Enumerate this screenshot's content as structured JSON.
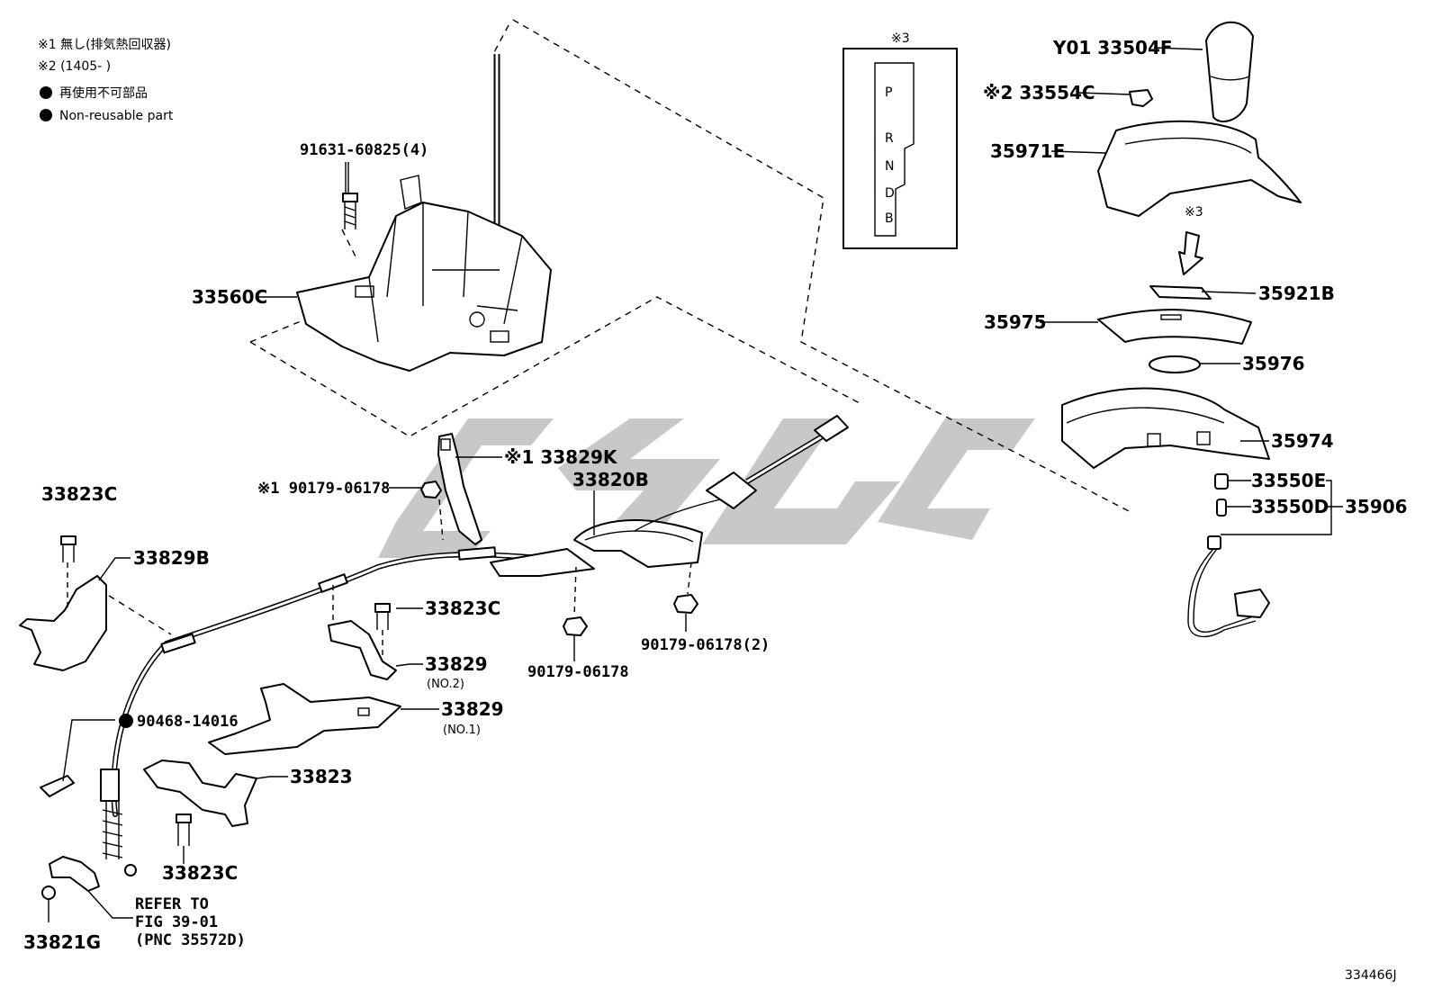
{
  "notes": {
    "note1": "※1 無し(排気熱回収器)",
    "note2": "※2 (1405-        )",
    "nonreuse_jp": "再使用不可部品",
    "nonreuse_en": "Non-reusable part"
  },
  "shift_gate": {
    "marker": "※3",
    "positions": [
      "P",
      "R",
      "N",
      "D",
      "B"
    ]
  },
  "labels": {
    "p91631": "91631-60825(4)",
    "p33560C": "33560C",
    "p33504F": "Y01 33504F",
    "p33554C": "※2 33554C",
    "p35971E": "35971E",
    "arrow_marker": "※3",
    "p35921B": "35921B",
    "p35975": "35975",
    "p35976": "35976",
    "p35974": "35974",
    "p33550E": "33550E",
    "p33550D": "33550D",
    "p35906": "35906",
    "p33829K": "※1 33829K",
    "p33820B": "33820B",
    "p90179_1": "※1 90179-06178",
    "p33823C_top": "33823C",
    "p33829B": "33829B",
    "p33823C_mid": "33823C",
    "p33829_no2": "33829",
    "p33829_no2_sub": "(NO.2)",
    "p33829_no1": "33829",
    "p33829_no1_sub": "(NO.1)",
    "p90179_single": "90179-06178",
    "p90179_2": "90179-06178(2)",
    "p90468": "90468-14016",
    "p33823": "33823",
    "p33823C_bot": "33823C",
    "p33821G": "33821G",
    "refer_line1": "REFER TO",
    "refer_line2": "FIG 39-01",
    "refer_line3": "(PNC 35572D)"
  },
  "figure_id": "334466J",
  "colors": {
    "line": "#000000",
    "watermark": "#9a9a9a",
    "background": "#ffffff"
  }
}
